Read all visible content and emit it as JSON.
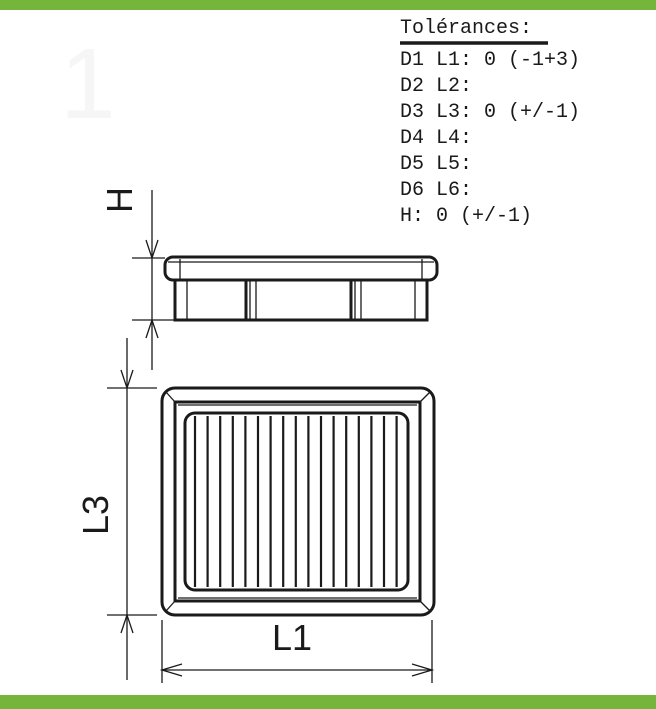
{
  "colors": {
    "band": "#76b53c",
    "ink": "#1a1a1a"
  },
  "tolerances": {
    "title": "Tolérances:",
    "lines": [
      "D1 L1: 0 (-1+3)",
      "D2 L2:",
      "D3 L3: 0 (+/-1)",
      "D4 L4:",
      "D5 L5:",
      "D6 L6:",
      "H: 0 (+/-1)"
    ]
  },
  "dimensions": {
    "height_label": "H",
    "length_label": "L3",
    "width_label": "L1"
  },
  "watermark": "1"
}
